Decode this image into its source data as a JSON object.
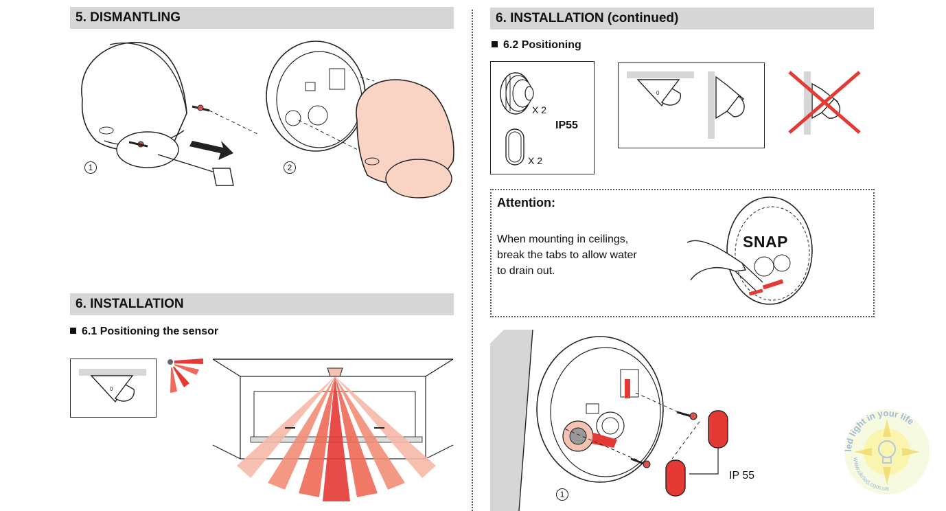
{
  "left": {
    "dismantling": {
      "title": "5. DISMANTLING",
      "step1": "1",
      "step2": "2"
    },
    "installation": {
      "title": "6. INSTALLATION",
      "subtitle": "6.1  Positioning the sensor"
    }
  },
  "right": {
    "title": "6. INSTALLATION (continued)",
    "subtitle": "6.2  Positioning",
    "kit": {
      "plug_qty": "X 2",
      "cap_qty": "X 2",
      "rating": "IP55"
    },
    "attention": {
      "heading": "Attention:",
      "lines": [
        "When mounting in ceilings,",
        "break the tabs to allow water",
        "to drain out."
      ],
      "snap": "SNAP"
    },
    "bottom": {
      "step": "1",
      "ip_label": "IP 55"
    }
  },
  "watermark": {
    "text": "led light in your life",
    "url": "www.ukrled.com.ua"
  },
  "colors": {
    "header_bg": "#d6d6d6",
    "accent_red": "#e53935",
    "cover_pink": "#f9d3c4",
    "cross_red": "#e33b34"
  }
}
